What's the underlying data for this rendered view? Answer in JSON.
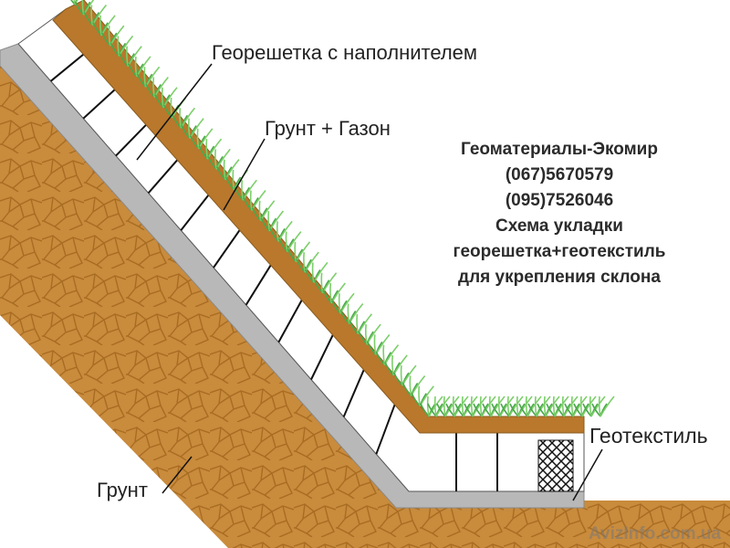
{
  "labels": {
    "geogrid_with_fill": "Георешетка с наполнителем",
    "soil_lawn": "Грунт + Газон",
    "geotextile": "Геотекстиль",
    "ground": "Грунт"
  },
  "info_block": [
    "Геоматериалы-Экомир",
    "(067)5670579",
    "(095)7526046",
    "Схема укладки",
    "георешетка+геотекстиль",
    "для укрепления склона"
  ],
  "watermark": "AvizInfo.com.ua",
  "colors": {
    "ground": "#c98b3c",
    "ground_crack": "#b07426",
    "soil_layer": "#b9782c",
    "geotextile": "#b8b8b8",
    "grass": "#5cb85c",
    "cell": "#ffffff",
    "cell_line": "#111111"
  }
}
